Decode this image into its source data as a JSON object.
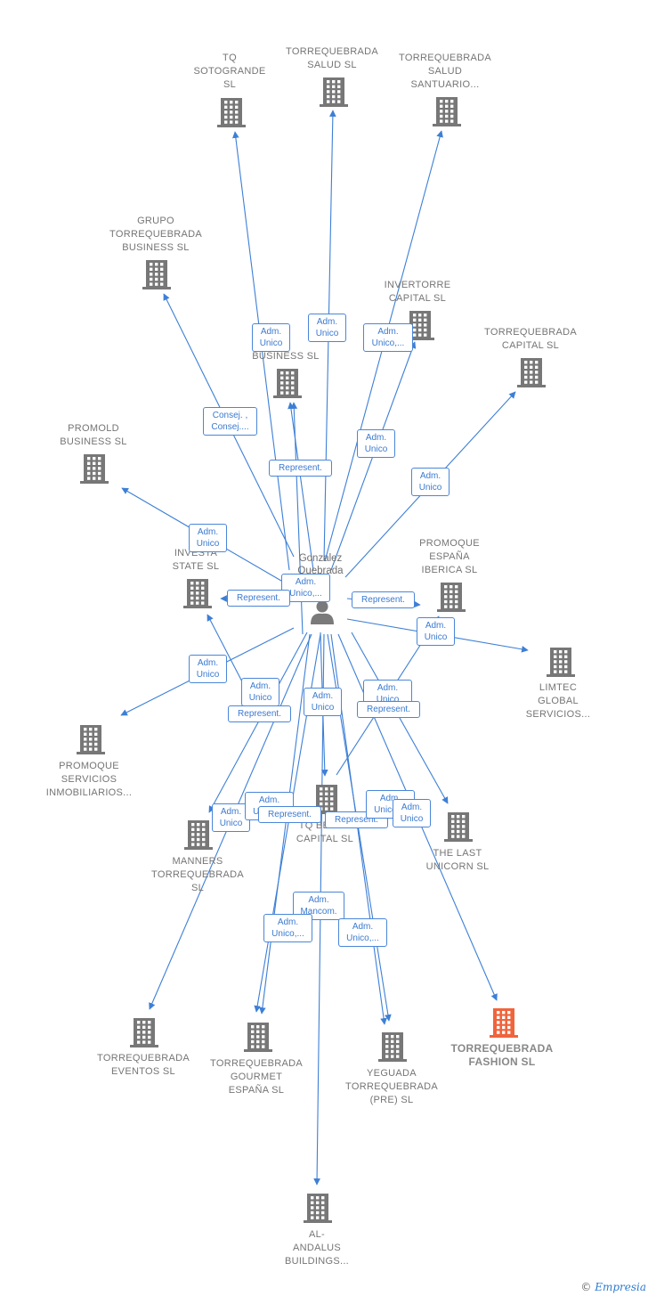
{
  "person": {
    "name": "Gonzalez\nQuebrada\n..."
  },
  "nodes": [
    {
      "id": "tq_sotogrande",
      "label": "TQ\nSOTOGRANDE\nSL",
      "highlight": false
    },
    {
      "id": "salud",
      "label": "TORREQUEBRADA\nSALUD  SL",
      "highlight": false
    },
    {
      "id": "salud_santuario",
      "label": "TORREQUEBRADA\nSALUD\nSANTUARIO...",
      "highlight": false
    },
    {
      "id": "grupo",
      "label": "GRUPO\nTORREQUEBRADA\nBUSINESS  SL",
      "highlight": false
    },
    {
      "id": "invertorre",
      "label": "INVERTORRE\nCAPITAL  SL",
      "highlight": false
    },
    {
      "id": "tq_business",
      "label": "I\nBUSINESS  SL",
      "highlight": false
    },
    {
      "id": "capital",
      "label": "TORREQUEBRADA\nCAPITAL  SL",
      "highlight": false
    },
    {
      "id": "promold",
      "label": "PROMOLD\nBUSINESS  SL",
      "highlight": false
    },
    {
      "id": "investa",
      "label": "INVESTA\nSTATE  SL",
      "highlight": false
    },
    {
      "id": "promoque_iberica",
      "label": "PROMOQUE\nESPAÑA\nIBERICA  SL",
      "highlight": false
    },
    {
      "id": "limtec",
      "label": "LIMTEC\nGLOBAL\nSERVICIOS...",
      "highlight": false
    },
    {
      "id": "promoque_serv",
      "label": "PROMOQUE\nSERVICIOS\nINMOBILIARIOS...",
      "highlight": false
    },
    {
      "id": "tq_beach",
      "label": "TQ BEACH\nCAPITAL  SL",
      "highlight": false
    },
    {
      "id": "manners",
      "label": "MANNERS\nTORREQUEBRADA\nSL",
      "highlight": false
    },
    {
      "id": "last_unicorn",
      "label": "THE LAST\nUNICORN  SL",
      "highlight": false
    },
    {
      "id": "eventos",
      "label": "TORREQUEBRADA\nEVENTOS  SL",
      "highlight": false
    },
    {
      "id": "gourmet",
      "label": "TORREQUEBRADA\nGOURMET\nESPAÑA  SL",
      "highlight": false
    },
    {
      "id": "yeguada",
      "label": "YEGUADA\nTORREQUEBRADA\n(PRE)  SL",
      "highlight": false
    },
    {
      "id": "fashion",
      "label": "TORREQUEBRADA\nFASHION  SL",
      "highlight": true
    },
    {
      "id": "al_andalus",
      "label": "AL-\nANDALUS\nBUILDINGS...",
      "highlight": false
    }
  ],
  "edge_labels": [
    {
      "id": "e_tqbusiness",
      "text": "Adm.\nUnico"
    },
    {
      "id": "e_salud",
      "text": "Adm.\nUnico"
    },
    {
      "id": "e_invertorre",
      "text": "Adm.\nUnico,..."
    },
    {
      "id": "e_grupo",
      "text": "Consej. ,\nConsej...."
    },
    {
      "id": "e_santuario",
      "text": "Adm.\nUnico"
    },
    {
      "id": "e_represent_top",
      "text": "Represent."
    },
    {
      "id": "e_capital",
      "text": "Adm.\nUnico"
    },
    {
      "id": "e_promold",
      "text": "Adm.\nUnico"
    },
    {
      "id": "e_center",
      "text": "Adm.\nUnico,..."
    },
    {
      "id": "e_investa",
      "text": "Represent."
    },
    {
      "id": "e_iberica",
      "text": "Represent."
    },
    {
      "id": "e_limtec",
      "text": "Adm.\nUnico"
    },
    {
      "id": "e_promoque_serv",
      "text": "Adm.\nUnico"
    },
    {
      "id": "e_manners_a",
      "text": "Adm.\nUnico"
    },
    {
      "id": "e_manners_b",
      "text": "Represent."
    },
    {
      "id": "e_tqbeach",
      "text": "Adm.\nUnico"
    },
    {
      "id": "e_unicorn_a",
      "text": "Adm.\nUnico"
    },
    {
      "id": "e_unicorn_b",
      "text": "Represent."
    },
    {
      "id": "e_eventos",
      "text": "Adm.\nUnico"
    },
    {
      "id": "e_beach_a",
      "text": "Adm.\nUnico,..."
    },
    {
      "id": "e_beach_b",
      "text": "Represent."
    },
    {
      "id": "e_beach_c",
      "text": "Represent."
    },
    {
      "id": "e_fashion_a",
      "text": "Adm.\nUnico,..."
    },
    {
      "id": "e_fashion_b",
      "text": "Adm.\nUnico"
    },
    {
      "id": "e_mancom",
      "text": "Adm.\nMancom."
    },
    {
      "id": "e_gourmet",
      "text": "Adm.\nUnico,..."
    },
    {
      "id": "e_yeguada",
      "text": "Adm.\nUnico,..."
    }
  ],
  "footer": {
    "copyright": "©",
    "brand": "Empresia"
  },
  "colors": {
    "edge": "#3d7fd6",
    "building": "#777777",
    "highlight": "#f0643c"
  }
}
